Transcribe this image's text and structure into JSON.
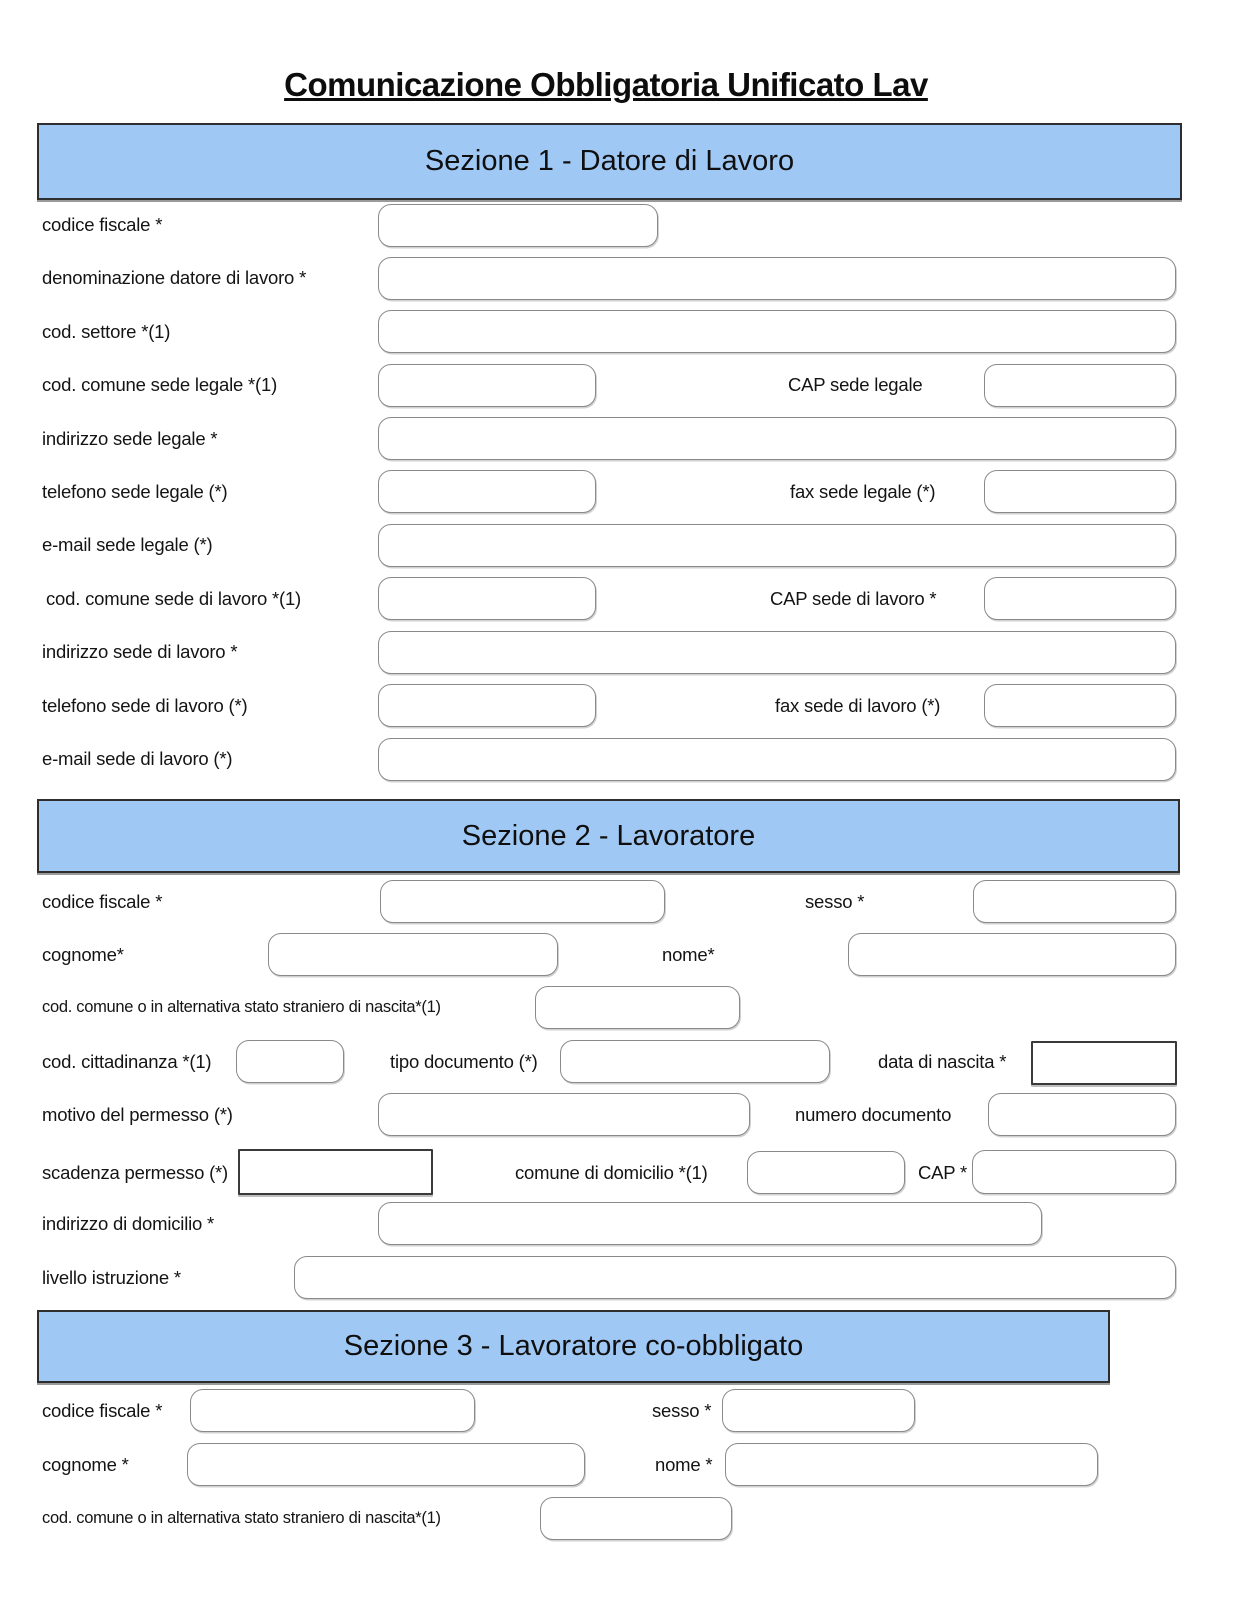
{
  "page_title": "Comunicazione Obbligatoria Unificato Lav",
  "colors": {
    "section_header_bg": "#a0c8f5"
  },
  "s1": {
    "title": "Sezione 1 - Datore di Lavoro",
    "codice_fiscale": {
      "label": "codice fiscale *",
      "value": ""
    },
    "denominazione": {
      "label": "denominazione datore di lavoro *",
      "value": ""
    },
    "cod_settore": {
      "label": "cod. settore *(1)",
      "value": ""
    },
    "cod_comune_sede_legale": {
      "label": "cod. comune sede legale *(1)",
      "value": ""
    },
    "cap_sede_legale": {
      "label": "CAP sede legale",
      "value": ""
    },
    "indirizzo_sede_legale": {
      "label": "indirizzo sede legale *",
      "value": ""
    },
    "telefono_sede_legale": {
      "label": "telefono sede legale (*)",
      "value": ""
    },
    "fax_sede_legale": {
      "label": "fax sede legale (*)",
      "value": ""
    },
    "email_sede_legale": {
      "label": "e-mail sede legale (*)",
      "value": ""
    },
    "cod_comune_sede_lavoro": {
      "label": "cod. comune sede di lavoro *(1)",
      "value": ""
    },
    "cap_sede_lavoro": {
      "label": "CAP sede di lavoro *",
      "value": ""
    },
    "indirizzo_sede_lavoro": {
      "label": "indirizzo sede di lavoro *",
      "value": ""
    },
    "telefono_sede_lavoro": {
      "label": "telefono sede di lavoro (*)",
      "value": ""
    },
    "fax_sede_lavoro": {
      "label": "fax sede di lavoro (*)",
      "value": ""
    },
    "email_sede_lavoro": {
      "label": "e-mail sede di lavoro (*)",
      "value": ""
    }
  },
  "s2": {
    "title": "Sezione 2 - Lavoratore",
    "codice_fiscale": {
      "label": "codice fiscale *",
      "value": ""
    },
    "sesso": {
      "label": "sesso *",
      "value": ""
    },
    "cognome": {
      "label": "cognome*",
      "value": ""
    },
    "nome": {
      "label": "nome*",
      "value": ""
    },
    "cod_comune_nascita": {
      "label": "cod. comune o in alternativa stato straniero di nascita*(1)",
      "value": ""
    },
    "cod_cittadinanza": {
      "label": "cod. cittadinanza *(1)",
      "value": ""
    },
    "tipo_documento": {
      "label": "tipo documento (*)",
      "value": ""
    },
    "data_di_nascita": {
      "label": "data di nascita *",
      "value": ""
    },
    "motivo_permesso": {
      "label": "motivo del permesso (*)",
      "value": ""
    },
    "numero_documento": {
      "label": "numero documento",
      "value": ""
    },
    "scadenza_permesso": {
      "label": "scadenza permesso (*)",
      "value": ""
    },
    "comune_domicilio": {
      "label": "comune di domicilio *(1)",
      "value": ""
    },
    "cap_domicilio": {
      "label": "CAP *",
      "value": ""
    },
    "indirizzo_domicilio": {
      "label": "indirizzo di domicilio *",
      "value": ""
    },
    "livello_istruzione": {
      "label": "livello istruzione *",
      "value": ""
    }
  },
  "s3": {
    "title": "Sezione 3 - Lavoratore co-obbligato",
    "codice_fiscale": {
      "label": "codice fiscale *",
      "value": ""
    },
    "sesso": {
      "label": "sesso *",
      "value": ""
    },
    "cognome": {
      "label": "cognome *",
      "value": ""
    },
    "nome": {
      "label": "nome *",
      "value": ""
    },
    "cod_comune_nascita": {
      "label": "cod. comune o in alternativa stato straniero di nascita*(1)",
      "value": ""
    }
  }
}
